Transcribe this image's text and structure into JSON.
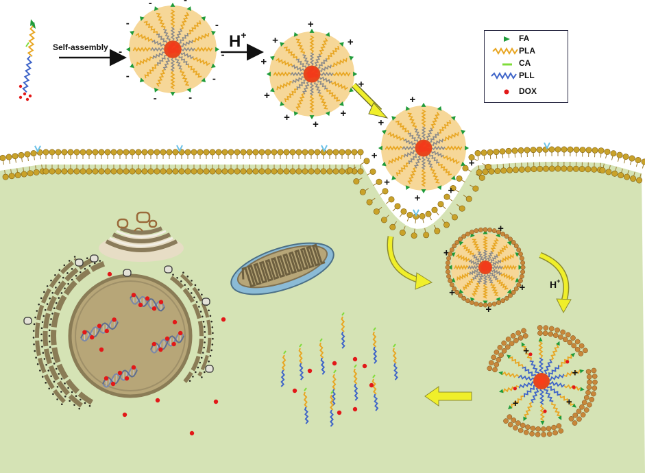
{
  "labels": {
    "self_assembly": "Self-assembly",
    "h_main": "H",
    "h_main_sup": "+",
    "h_small": "H",
    "h_small_sup": "+"
  },
  "legend": {
    "items": [
      {
        "label": "FA",
        "icon": "green-triangle-icon"
      },
      {
        "label": "PLA",
        "icon": "orange-zigzag-icon"
      },
      {
        "label": "CA",
        "icon": "green-dash-icon"
      },
      {
        "label": "PLL",
        "icon": "blue-zigzag-icon"
      },
      {
        "label": "DOX",
        "icon": "red-dot-icon"
      }
    ]
  },
  "colors": {
    "cytoplasm": "#d5e3b5",
    "micelle_fill": "#f6d798",
    "pla": "#e8a623",
    "pll": "#3e64c8",
    "fa": "#1f9b3a",
    "ca": "#7fdc3a",
    "dox": "#e21818",
    "core": "#e8421e",
    "lipid_head": "#c9a22a",
    "nucleus": "#b7a678",
    "mito_outer": "#8bbbd6",
    "arrow_yellow": "#f0ef2a"
  }
}
